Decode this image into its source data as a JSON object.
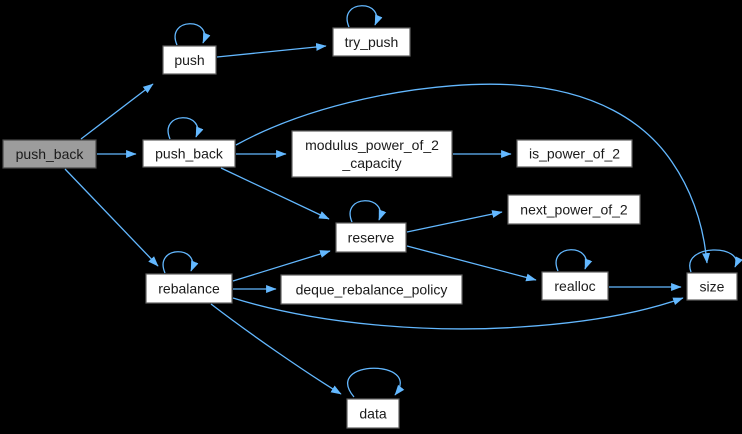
{
  "diagram": {
    "type": "call-graph",
    "background_color": "#000000",
    "edge_color": "#63B8FF",
    "node_fill_color": "#ffffff",
    "node_border_color": "#606060",
    "highlight_fill_color": "#9c9c9c",
    "highlight_border_color": "#4a4a4a",
    "text_color": "#1a1a1a"
  },
  "nodes": [
    {
      "id": "push_back_main",
      "label": "push_back",
      "highlighted": true
    },
    {
      "id": "push",
      "label": "push"
    },
    {
      "id": "try_push",
      "label": "try_push"
    },
    {
      "id": "push_back",
      "label": "push_back"
    },
    {
      "id": "modulus_power_of_2_capacity",
      "label_line1": "modulus_power_of_2",
      "label_line2": "_capacity"
    },
    {
      "id": "is_power_of_2",
      "label": "is_power_of_2"
    },
    {
      "id": "next_power_of_2",
      "label": "next_power_of_2"
    },
    {
      "id": "reserve",
      "label": "reserve"
    },
    {
      "id": "rebalance",
      "label": "rebalance"
    },
    {
      "id": "deque_rebalance_policy",
      "label": "deque_rebalance_policy"
    },
    {
      "id": "realloc",
      "label": "realloc"
    },
    {
      "id": "size",
      "label": "size"
    },
    {
      "id": "data",
      "label": "data"
    }
  ],
  "edges": [
    {
      "from": "push_back_main",
      "to": "push"
    },
    {
      "from": "push_back_main",
      "to": "push_back"
    },
    {
      "from": "push_back_main",
      "to": "rebalance"
    },
    {
      "from": "push",
      "to": "push"
    },
    {
      "from": "push",
      "to": "try_push"
    },
    {
      "from": "try_push",
      "to": "try_push"
    },
    {
      "from": "push_back",
      "to": "push_back"
    },
    {
      "from": "push_back",
      "to": "modulus_power_of_2_capacity"
    },
    {
      "from": "push_back",
      "to": "reserve"
    },
    {
      "from": "push_back",
      "to": "size"
    },
    {
      "from": "modulus_power_of_2_capacity",
      "to": "is_power_of_2"
    },
    {
      "from": "reserve",
      "to": "reserve"
    },
    {
      "from": "reserve",
      "to": "next_power_of_2"
    },
    {
      "from": "reserve",
      "to": "realloc"
    },
    {
      "from": "rebalance",
      "to": "rebalance"
    },
    {
      "from": "rebalance",
      "to": "reserve"
    },
    {
      "from": "rebalance",
      "to": "deque_rebalance_policy"
    },
    {
      "from": "rebalance",
      "to": "size"
    },
    {
      "from": "rebalance",
      "to": "data"
    },
    {
      "from": "realloc",
      "to": "realloc"
    },
    {
      "from": "realloc",
      "to": "size"
    },
    {
      "from": "size",
      "to": "size"
    },
    {
      "from": "data",
      "to": "data"
    }
  ]
}
